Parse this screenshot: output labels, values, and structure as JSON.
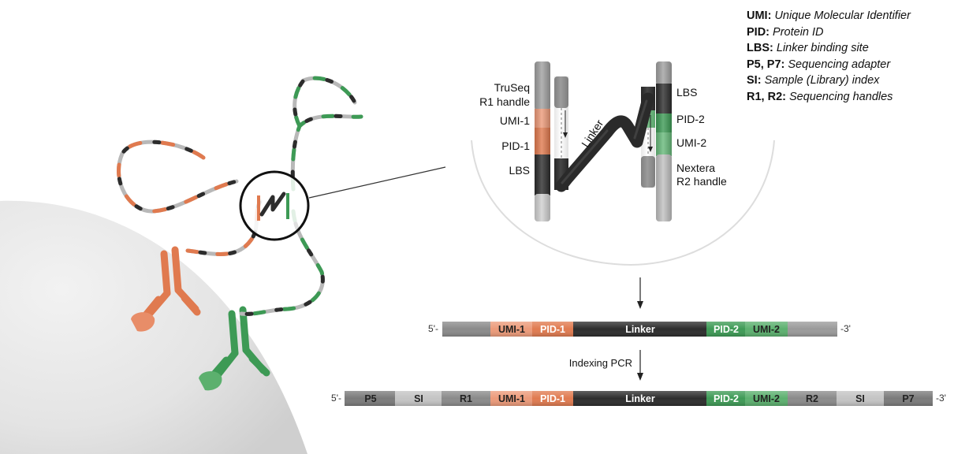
{
  "legend": [
    {
      "key": "UMI:",
      "desc": "Unique Molecular Identifier"
    },
    {
      "key": "PID:",
      "desc": "Protein ID"
    },
    {
      "key": "LBS:",
      "desc": "Linker binding site"
    },
    {
      "key": "P5, P7:",
      "desc": "Sequencing adapter"
    },
    {
      "key": "SI:",
      "desc": "Sample (Library) index"
    },
    {
      "key": "R1, R2:",
      "desc": "Sequencing handles"
    }
  ],
  "zoom": {
    "left_labels": {
      "truseq_line1": "TruSeq",
      "truseq_line2": "R1 handle",
      "umi": "UMI-1",
      "pid": "PID-1",
      "lbs": "LBS"
    },
    "linker": "Linker",
    "right_labels": {
      "lbs": "LBS",
      "pid": "PID-2",
      "umi": "UMI-2",
      "nextera_line1": "Nextera",
      "nextera_line2": "R2 handle"
    }
  },
  "construct1": {
    "five": "5'-",
    "three": "-3'",
    "segments": [
      "UMI-1",
      "PID-1",
      "Linker",
      "PID-2",
      "UMI-2"
    ]
  },
  "step_label": "Indexing PCR",
  "construct2": {
    "five": "5'-",
    "three": "-3'",
    "segments": [
      "P5",
      "SI",
      "R1",
      "UMI-1",
      "PID-1",
      "Linker",
      "PID-2",
      "UMI-2",
      "R2",
      "SI",
      "P7"
    ]
  },
  "colors": {
    "orange": "#e07a4f",
    "orange_light": "#ec9a79",
    "green": "#3d9a55",
    "green_light": "#67b97a",
    "dark": "#2c2c2c",
    "grey": "#9a9a9a",
    "light_grey": "#c8c8c8"
  }
}
